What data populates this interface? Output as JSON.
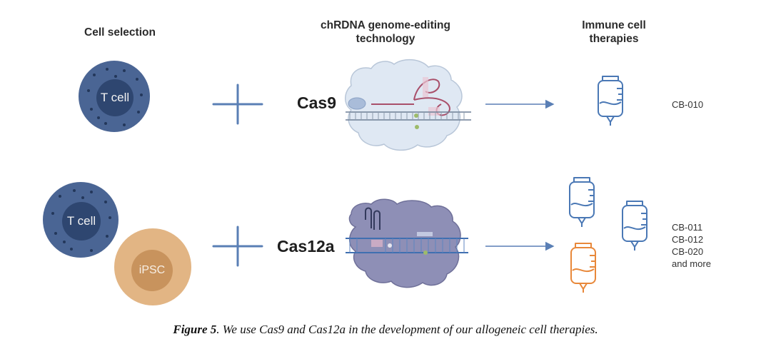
{
  "headers": {
    "cell_selection": "Cell selection",
    "technology_line1": "chRDNA genome-editing",
    "technology_line2": "technology",
    "therapies_line1": "Immune cell",
    "therapies_line2": "therapies"
  },
  "row1": {
    "cell_label": "T cell",
    "enzyme": "Cas9",
    "products": [
      "CB-010"
    ]
  },
  "row2": {
    "tcell_label": "T cell",
    "ipsc_label": "iPSC",
    "enzyme": "Cas12a",
    "products": [
      "CB-011",
      "CB-012",
      "CB-020",
      "and more"
    ]
  },
  "caption": {
    "label": "Figure 5",
    "text": ". We use Cas9 and Cas12a in the development of our allogeneic cell therapies."
  },
  "colors": {
    "tcell": "#4a6594",
    "ipsc": "#e2b584",
    "line_blue": "#5a7fb5",
    "iv_blue": "#4a78b5",
    "iv_orange": "#e8883a",
    "cas9_protein": "#dfe8f3",
    "cas12a_protein": "#8e8fb6"
  }
}
